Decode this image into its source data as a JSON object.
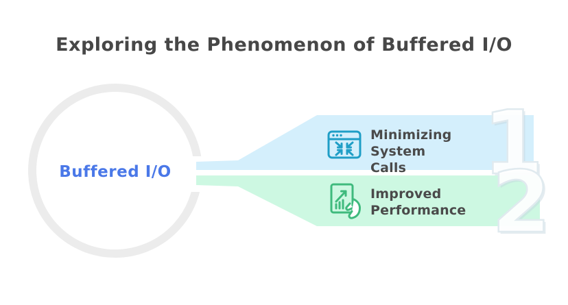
{
  "title": "Exploring the Phenomenon of Buffered I/O",
  "magnifier": {
    "label": "Buffered I/O"
  },
  "items": [
    {
      "number": "1",
      "label": "Minimizing System\nCalls",
      "icon": "minimize-window-icon"
    },
    {
      "number": "2",
      "label": "Improved\nPerformance",
      "icon": "performance-growth-icon"
    }
  ],
  "colors": {
    "band1_bg": "#d4effc",
    "band2_bg": "#cdf8e2",
    "icon1_stroke": "#1f9ec6",
    "icon2_stroke": "#3fba7d",
    "ring": "#ececec",
    "circle_label": "#4a78e8",
    "title_text": "#474747",
    "item_label_text": "#4a4a4a",
    "number_fill": "#ffffff",
    "number_outline": "#e0eaef"
  }
}
